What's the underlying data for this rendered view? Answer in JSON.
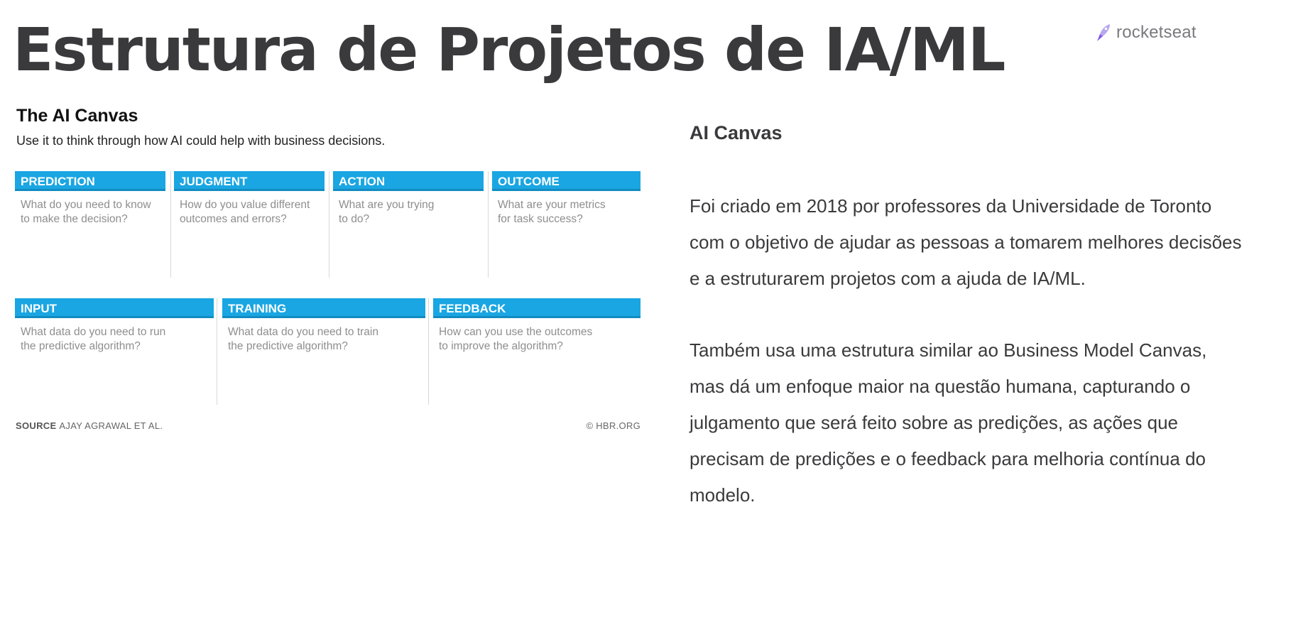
{
  "slide": {
    "title": "Estrutura de Projetos de IA/ML",
    "logo_text": "rocketseat",
    "logo_icon": "rocket-icon",
    "accent_color": "#8257e5"
  },
  "canvas": {
    "heading": "The AI Canvas",
    "subtitle": "Use it to think through how AI could help with business decisions.",
    "bar_color": "#19a6e2",
    "row1": [
      {
        "label": "PREDICTION",
        "question": "What do you need to know\nto make the decision?"
      },
      {
        "label": "JUDGMENT",
        "question": "How do you value different\noutcomes and errors?"
      },
      {
        "label": "ACTION",
        "question": "What are you trying\nto do?"
      },
      {
        "label": "OUTCOME",
        "question": "What are your metrics\nfor task success?"
      }
    ],
    "row2": [
      {
        "label": "INPUT",
        "question": "What data do you need to run\nthe predictive algorithm?"
      },
      {
        "label": "TRAINING",
        "question": "What data do you need to train\nthe predictive algorithm?"
      },
      {
        "label": "FEEDBACK",
        "question": "How can you use the outcomes\nto improve the algorithm?"
      }
    ],
    "source_label": "SOURCE",
    "source_text": "AJAY AGRAWAL ET AL.",
    "copyright": "© HBR.ORG"
  },
  "description": {
    "heading": "AI Canvas",
    "paragraph1": "Foi criado em 2018 por professores da Universidade de Toronto com o objetivo de ajudar as pessoas a tomarem melhores decisões e a estruturarem projetos com a ajuda de IA/ML.",
    "paragraph2": "Também usa uma estrutura similar ao Business Model Canvas, mas dá um enfoque maior na questão humana, capturando o julgamento que será feito sobre as predições, as ações que precisam de predições e o feedback para melhoria contínua do modelo."
  }
}
